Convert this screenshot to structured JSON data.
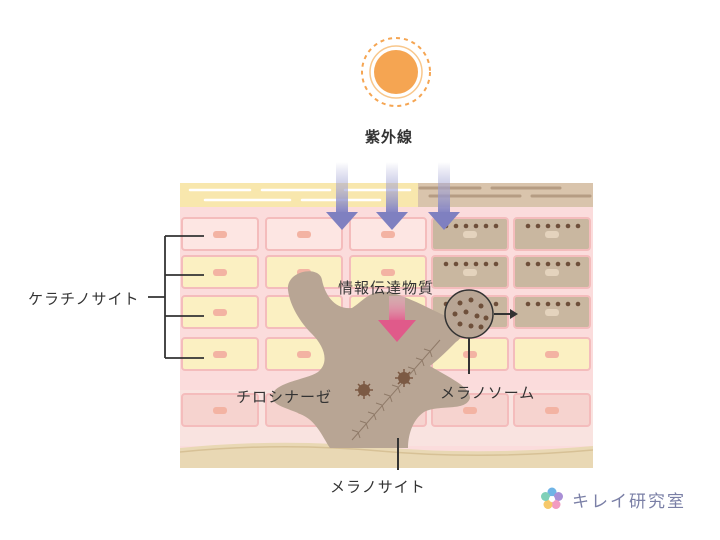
{
  "labels": {
    "uv": "紫外線",
    "messenger": "情報伝達物質",
    "keratinocyte": "ケラチノサイト",
    "tyrosinase": "チロシナーゼ",
    "melanosome": "メラノソーム",
    "melanocyte": "メラノサイト"
  },
  "logo": {
    "text": "キレイ研究室",
    "icon": "flower-icon"
  },
  "colors": {
    "sun": "#f5a552",
    "sun_ring": "#f5a552",
    "uv_arrow": "#8f90c8",
    "messenger_arrow": "#e05a8a",
    "melanocyte": "#b7a493",
    "stratum_corneum": "#f8e6a8",
    "tanned_cells": "#c7b59e",
    "skin_pink": "#fbdbdb",
    "basement": "#e7d7b5",
    "cell_yellow": "#fbf0c0",
    "cell_nucleus": "#f3b3a3"
  }
}
